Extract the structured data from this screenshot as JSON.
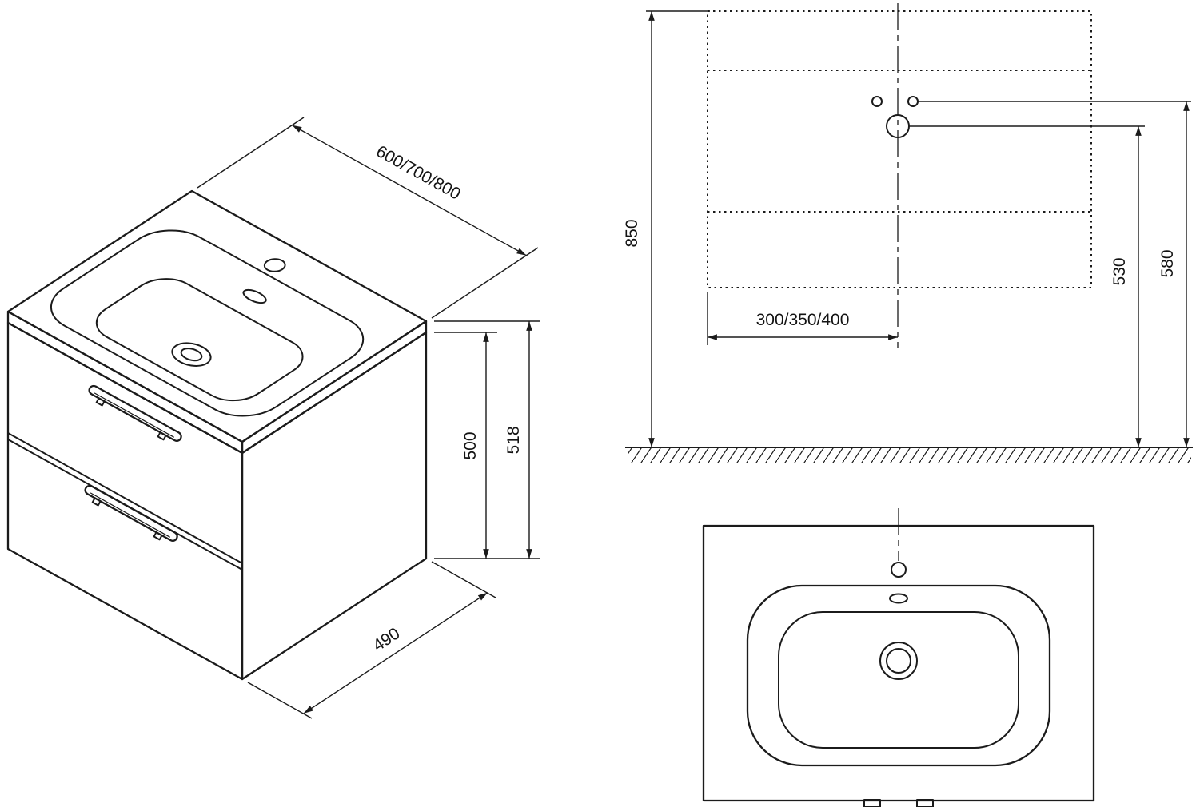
{
  "page": {
    "background": "#ffffff",
    "line_color": "#1b1b1b"
  },
  "isometric_view": {
    "width_label": "600/700/800",
    "total_height_label": "518",
    "cabinet_height_label": "500",
    "depth_label": "490"
  },
  "elevation_view": {
    "height_from_floor_label": "850",
    "center_offset_label": "300/350/400",
    "faucet_hole_height_label": "530",
    "side_holes_height_label": "580"
  }
}
